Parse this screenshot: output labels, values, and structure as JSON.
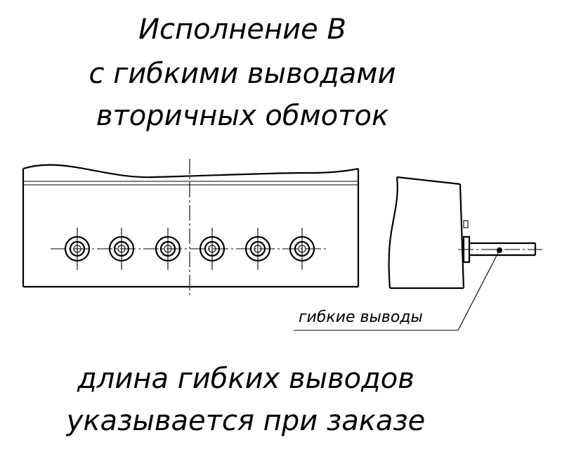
{
  "title": {
    "line1": "Исполнение В",
    "line2": "с гибкими выводами",
    "line3": "вторичных обмоток"
  },
  "leader_label": "гибкие выводы",
  "note": {
    "line1": "длина гибких выводов",
    "line2": "указывается при заказе"
  },
  "terminals_count": 6,
  "colors": {
    "ink": "#000000",
    "paper": "#ffffff"
  }
}
